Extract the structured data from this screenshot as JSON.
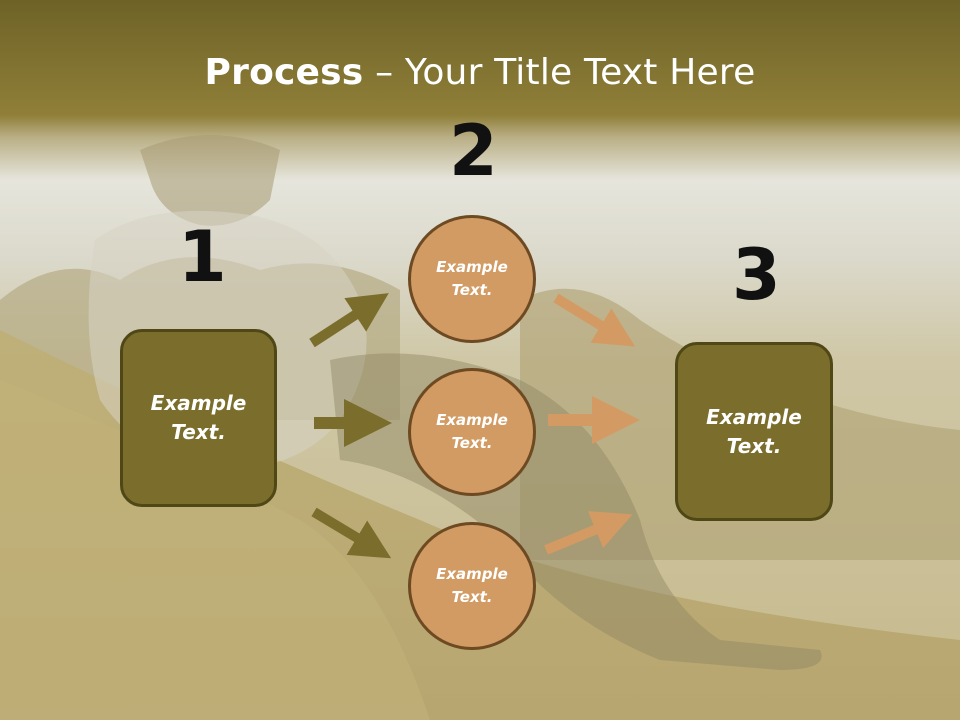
{
  "slide": {
    "title_bold": "Process",
    "title_rest": " – Your Title Text Here"
  },
  "steps": {
    "one": "1",
    "two": "2",
    "three": "3"
  },
  "nodes": {
    "left_box": "Example\nText.",
    "circle_top": "Example\nText.",
    "circle_middle": "Example\nText.",
    "circle_bottom": "Example\nText.",
    "right_box": "Example\nText."
  },
  "colors": {
    "title_bar": "#8a7a33",
    "box_fill": "#7b6e2c",
    "circle_fill": "#d19b63",
    "arrow_left": "#7b6e2c",
    "arrow_right": "#d49a63"
  }
}
